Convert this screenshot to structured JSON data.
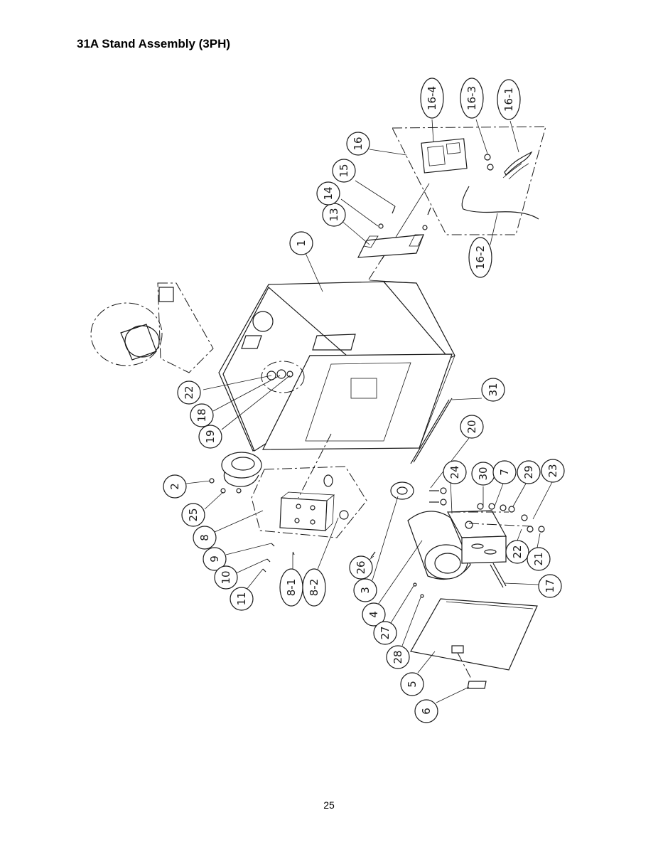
{
  "title": "31A Stand Assembly (3PH)",
  "page_number": "25",
  "callouts": {
    "c1": "1",
    "c2": "2",
    "c3": "3",
    "c4": "4",
    "c5": "5",
    "c6": "6",
    "c7": "7",
    "c8": "8",
    "c8_1": "8-1",
    "c8_2": "8-2",
    "c9": "9",
    "c10": "10",
    "c11": "11",
    "c13": "13",
    "c14": "14",
    "c15": "15",
    "c16": "16",
    "c16_1": "16-1",
    "c16_2": "16-2",
    "c16_3": "16-3",
    "c16_4": "16-4",
    "c17": "17",
    "c18": "18",
    "c19": "19",
    "c20": "20",
    "c21": "21",
    "c22a": "22",
    "c22b": "22",
    "c23": "23",
    "c24": "24",
    "c25": "25",
    "c26": "26",
    "c27": "27",
    "c28": "28",
    "c29": "29",
    "c30": "30",
    "c31": "31"
  }
}
